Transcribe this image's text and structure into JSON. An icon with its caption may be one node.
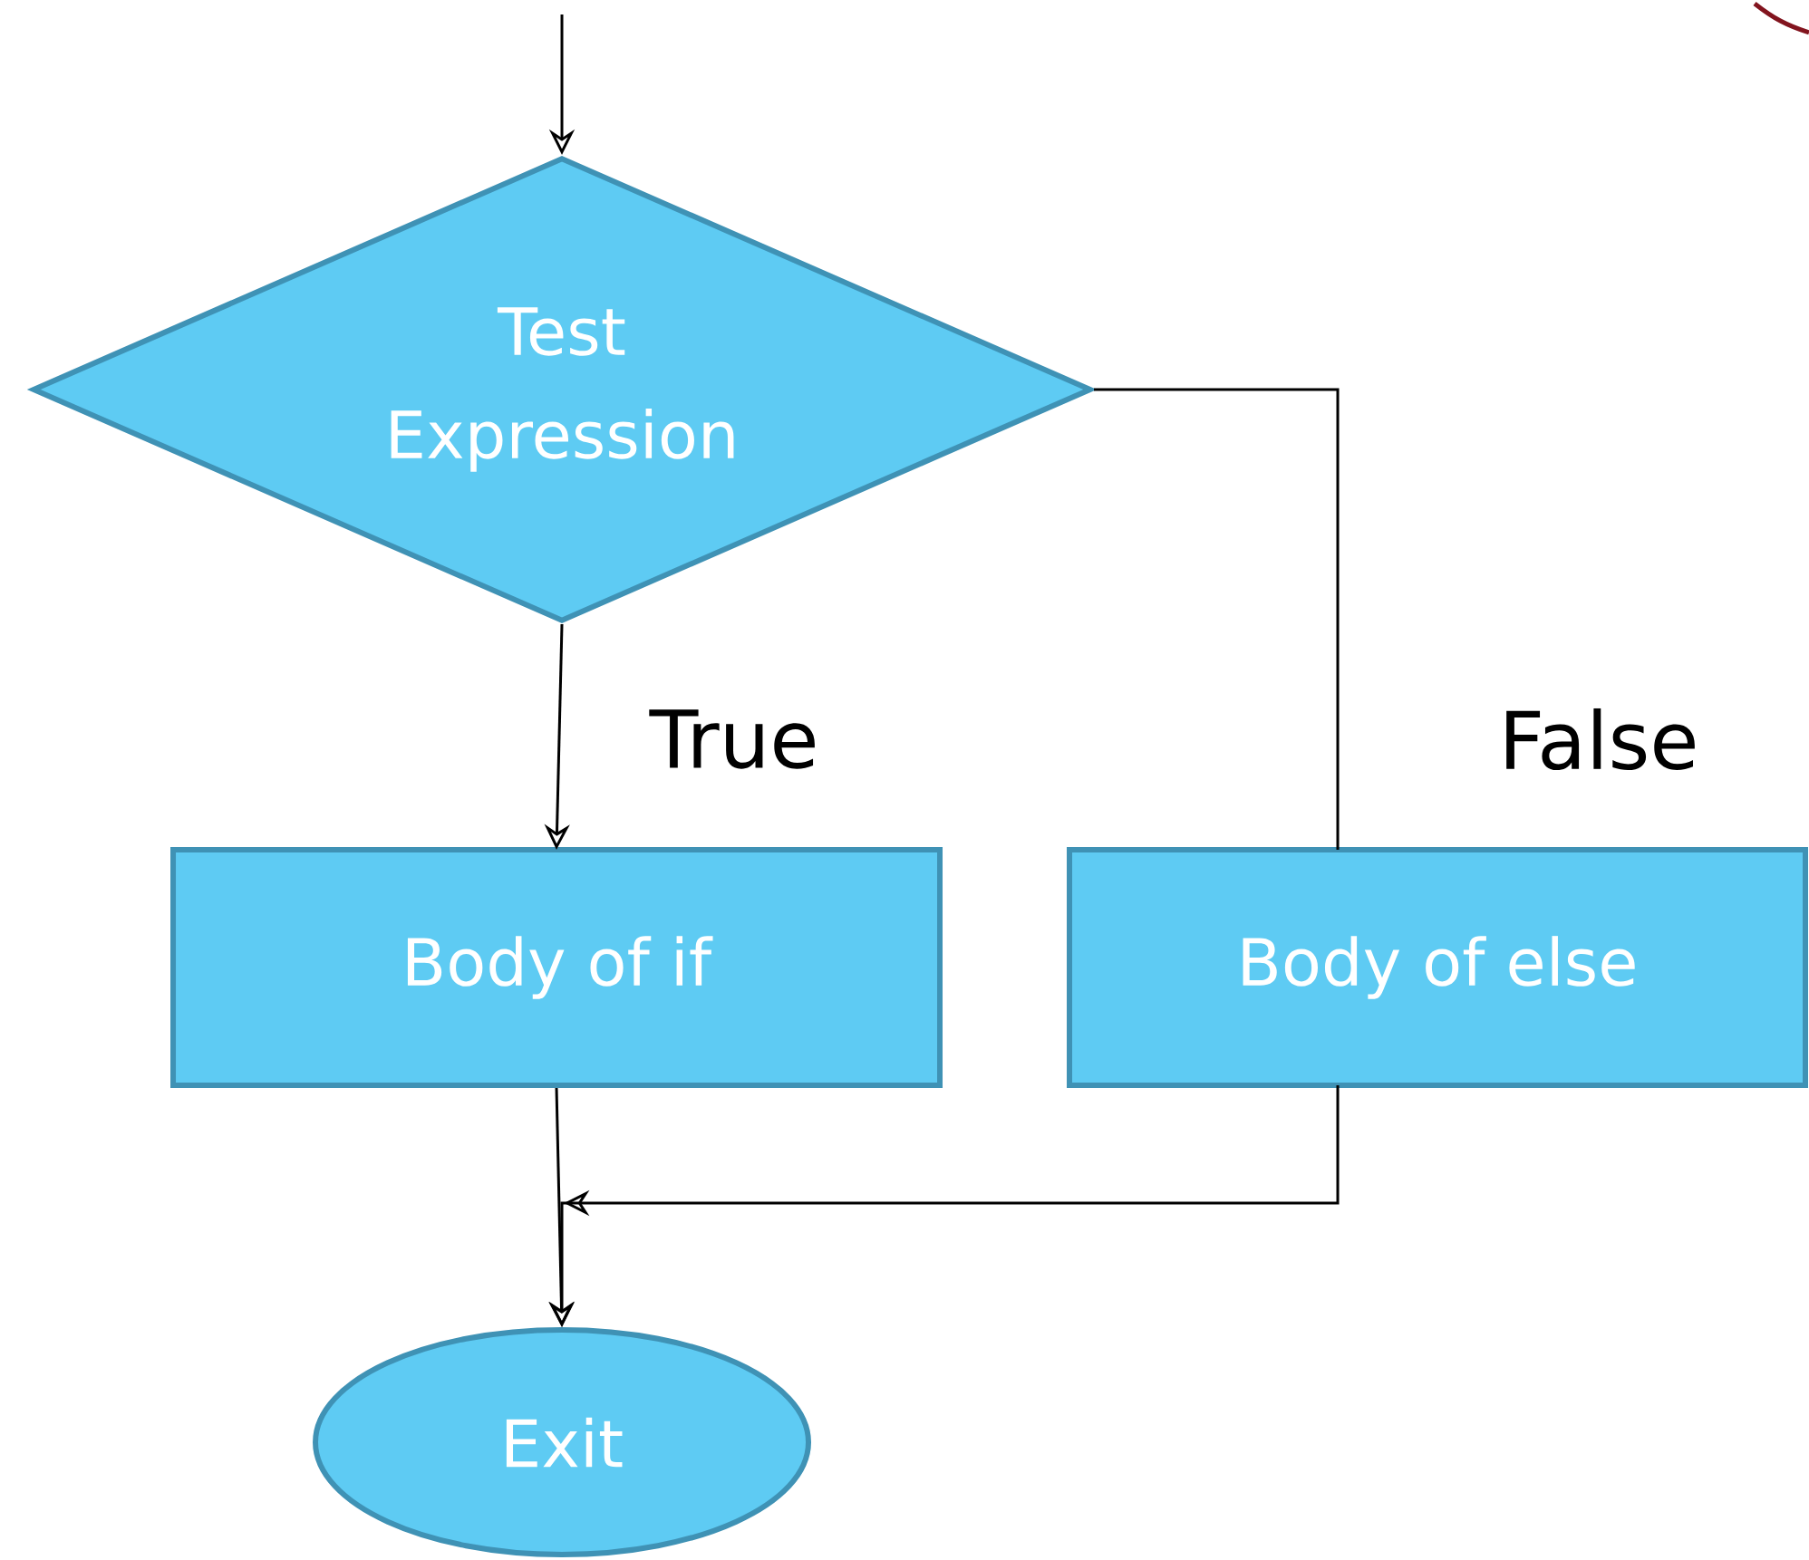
{
  "diagram": {
    "nodes": [
      {
        "text": [
          "Test Expression"
        ]
      },
      {
        "text": [
          "Body of if"
        ]
      },
      {
        "text": [
          "Body of else"
        ]
      },
      {
        "text": [
          "Exit"
        ]
      }
    ],
    "edges": [
      {
        "from": null,
        "to": 0,
        "arrow": "to"
      },
      {
        "from": 0,
        "to": 1,
        "arrow": "to",
        "label": "True"
      },
      {
        "from": 0,
        "to": 2,
        "arrow": "none",
        "label": "False"
      },
      {
        "from": 1,
        "to": 3,
        "arrow": "to"
      },
      {
        "from": 2,
        "to": 3,
        "arrow": "to"
      }
    ]
  }
}
